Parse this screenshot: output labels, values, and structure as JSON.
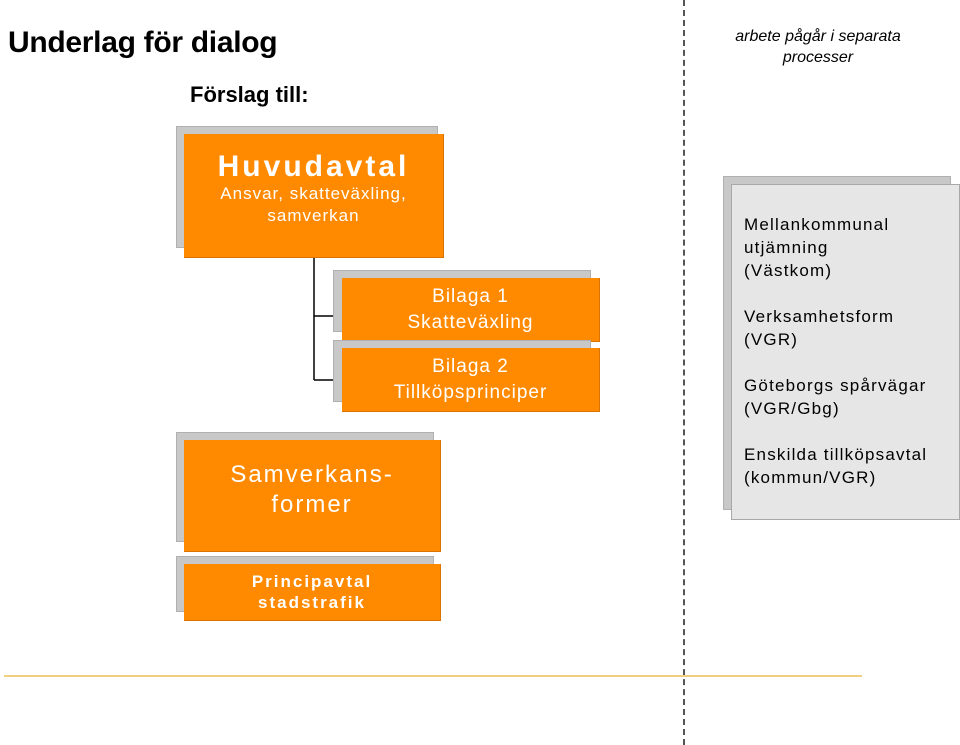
{
  "header": {
    "title": "Underlag för dialog",
    "subtitle": "Förslag till:"
  },
  "note": {
    "line1": "arbete pågår i separata",
    "line2": "processer"
  },
  "boxes": {
    "huvudavtal": {
      "title": "Huvudavtal",
      "line1": "Ansvar, skatteväxling,",
      "line2": "samverkan"
    },
    "bilaga1": {
      "line1": "Bilaga 1",
      "line2": "Skatteväxling"
    },
    "bilaga2": {
      "line1": "Bilaga 2",
      "line2": "Tillköpsprinciper"
    },
    "samverkansformer": {
      "line1": "Samverkans-",
      "line2": "former"
    },
    "principavtal": {
      "line1": "Principavtal",
      "line2": "stadstrafik"
    }
  },
  "processes": [
    {
      "line1": "Mellankommunal",
      "line2": "utjämning",
      "line3": "(Västkom)"
    },
    {
      "line1": "Verksamhetsform",
      "line2": "(VGR)"
    },
    {
      "line1": "Göteborgs spårvägar",
      "line2": "(VGR/Gbg)"
    },
    {
      "line1": "Enskilda tillköpsavtal",
      "line2": "(kommun/VGR)"
    }
  ],
  "colors": {
    "accent_orange": "#ff8a00",
    "shadow_grey": "#c8c8c8",
    "panel_grey": "#e6e6e6"
  }
}
